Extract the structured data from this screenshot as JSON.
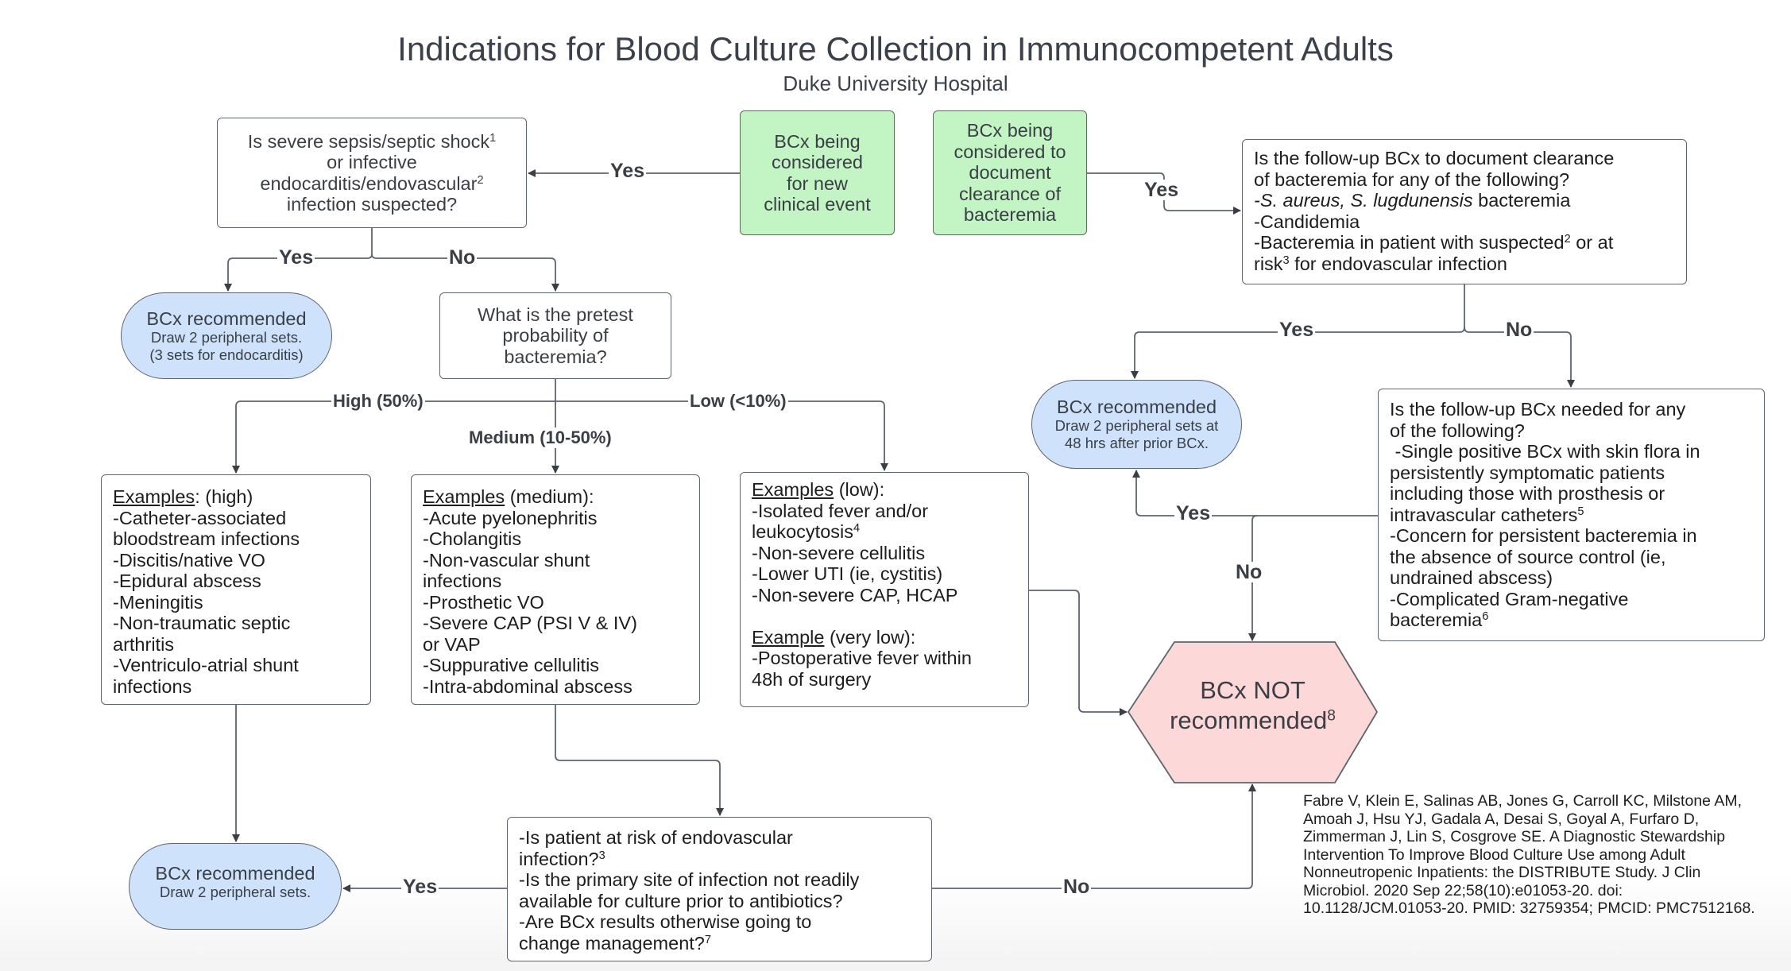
{
  "header": {
    "title": "Indications for Blood Culture Collection in Immunocompetent Adults",
    "subtitle": "Duke University Hospital"
  },
  "colors": {
    "start_box": "#c3f5c4",
    "recommended_box": "#cfe2fc",
    "not_recommended_box": "#fdd8d8",
    "connector": "#3a3f45"
  },
  "start_nodes": {
    "new_event": [
      "BCx being",
      "considered",
      "for new",
      "clinical event"
    ],
    "clearance": [
      "BCx being",
      "considered to",
      "document",
      "clearance of",
      "bacteremia"
    ]
  },
  "q_sepsis": {
    "line1": "Is severe sepsis/septic shock",
    "sup1": "1",
    "line2": "or infective",
    "line3": "endocarditis/endovascular",
    "sup3": "2",
    "line4": "infection suspected?"
  },
  "rec_endocarditis": {
    "title": "BCx recommended",
    "line1": "Draw 2 peripheral sets.",
    "line2": "(3 sets for endocarditis)"
  },
  "q_pretest": [
    "What is the pretest",
    "probability of",
    "bacteremia?"
  ],
  "examples_high": {
    "heading": "Examples",
    "heading_suffix": ": (high)",
    "items": [
      " -Catheter-associated",
      "bloodstream infections",
      "-Discitis/native VO",
      "-Epidural abscess",
      "-Meningitis",
      "-Non-traumatic septic",
      "arthritis",
      "-Ventriculo-atrial shunt",
      "infections"
    ]
  },
  "examples_medium": {
    "heading": "Examples",
    "heading_suffix": " (medium):",
    "items": [
      "-Acute pyelonephritis",
      "-Cholangitis",
      "-Non-vascular shunt",
      "infections",
      "-Prosthetic VO",
      "-Severe CAP (PSI V & IV)",
      "or VAP",
      "-Suppurative cellulitis",
      "-Intra-abdominal abscess"
    ]
  },
  "examples_low": {
    "heading": "Examples",
    "heading_suffix": " (low):",
    "items": [
      "-Isolated fever and/or",
      "leukocytosis",
      "-Non-severe cellulitis",
      "-Lower UTI (ie, cystitis)",
      "-Non-severe CAP, HCAP"
    ],
    "leukocytosis_sup": "4",
    "very_low_heading": "Example",
    "very_low_suffix": " (very low):",
    "very_low_items": [
      "-Postoperative fever within",
      "48h of surgery"
    ]
  },
  "q_followup_clearance": {
    "line1": "Is the follow-up BCx to document clearance",
    "line2": "of bacteremia for any of the following?",
    "item1_italic": "-S. aureus, S. lugdunensis",
    "item1_rest": " bacteremia",
    "item2": "-Candidemia",
    "item3_a": "-Bacteremia in patient with suspected",
    "item3_sup_a": "2",
    "item3_b": " or at",
    "item3_c": "risk",
    "item3_sup_c": "3",
    "item3_d": " for endovascular infection"
  },
  "rec_48h": {
    "title": "BCx recommended",
    "line1": "Draw 2 peripheral sets at",
    "line2": "48 hrs after prior BCx."
  },
  "q_followup_needed": {
    "line1": "Is the follow-up BCx needed for any",
    "line2": "of the following?",
    "lines": [
      " -Single positive BCx with skin flora in",
      "persistently symptomatic patients",
      "including those with prosthesis or"
    ],
    "catheters": "intravascular catheters",
    "catheters_sup": "5",
    "lines2": [
      "-Concern for persistent bacteremia in",
      "the absence of source control (ie,",
      "undrained abscess)",
      "-Complicated Gram-negative"
    ],
    "last": "bacteremia",
    "last_sup": "6"
  },
  "not_recommended": {
    "line1": "BCx NOT",
    "line2": "recommended",
    "sup": "8"
  },
  "q_endovascular": {
    "l1": "-Is patient at risk of endovascular",
    "l2": "infection?",
    "l2_sup": "3",
    "l3": "-Is the primary site of infection not readily",
    "l4": "available for culture prior to antibiotics?",
    "l5": "-Are BCx results otherwise going to",
    "l6": "change management?",
    "l6_sup": "7"
  },
  "rec_standard": {
    "title": "BCx recommended",
    "line1": "Draw 2 peripheral sets."
  },
  "edge_labels": {
    "yes": "Yes",
    "no": "No",
    "high": "High (50%)",
    "medium": "Medium (10-50%)",
    "low": "Low (<10%)"
  },
  "citation": "Fabre V, Klein E, Salinas AB, Jones G, Carroll KC, Milstone AM, Amoah J, Hsu YJ, Gadala A, Desai S, Goyal A, Furfaro D, Zimmerman J, Lin S, Cosgrove SE. A Diagnostic Stewardship Intervention To Improve Blood Culture Use among Adult Nonneutropenic Inpatients: the DISTRIBUTE Study. J Clin Microbiol. 2020 Sep 22;58(10):e01053-20. doi: 10.1128/JCM.01053-20. PMID: 32759354; PMCID: PMC7512168."
}
